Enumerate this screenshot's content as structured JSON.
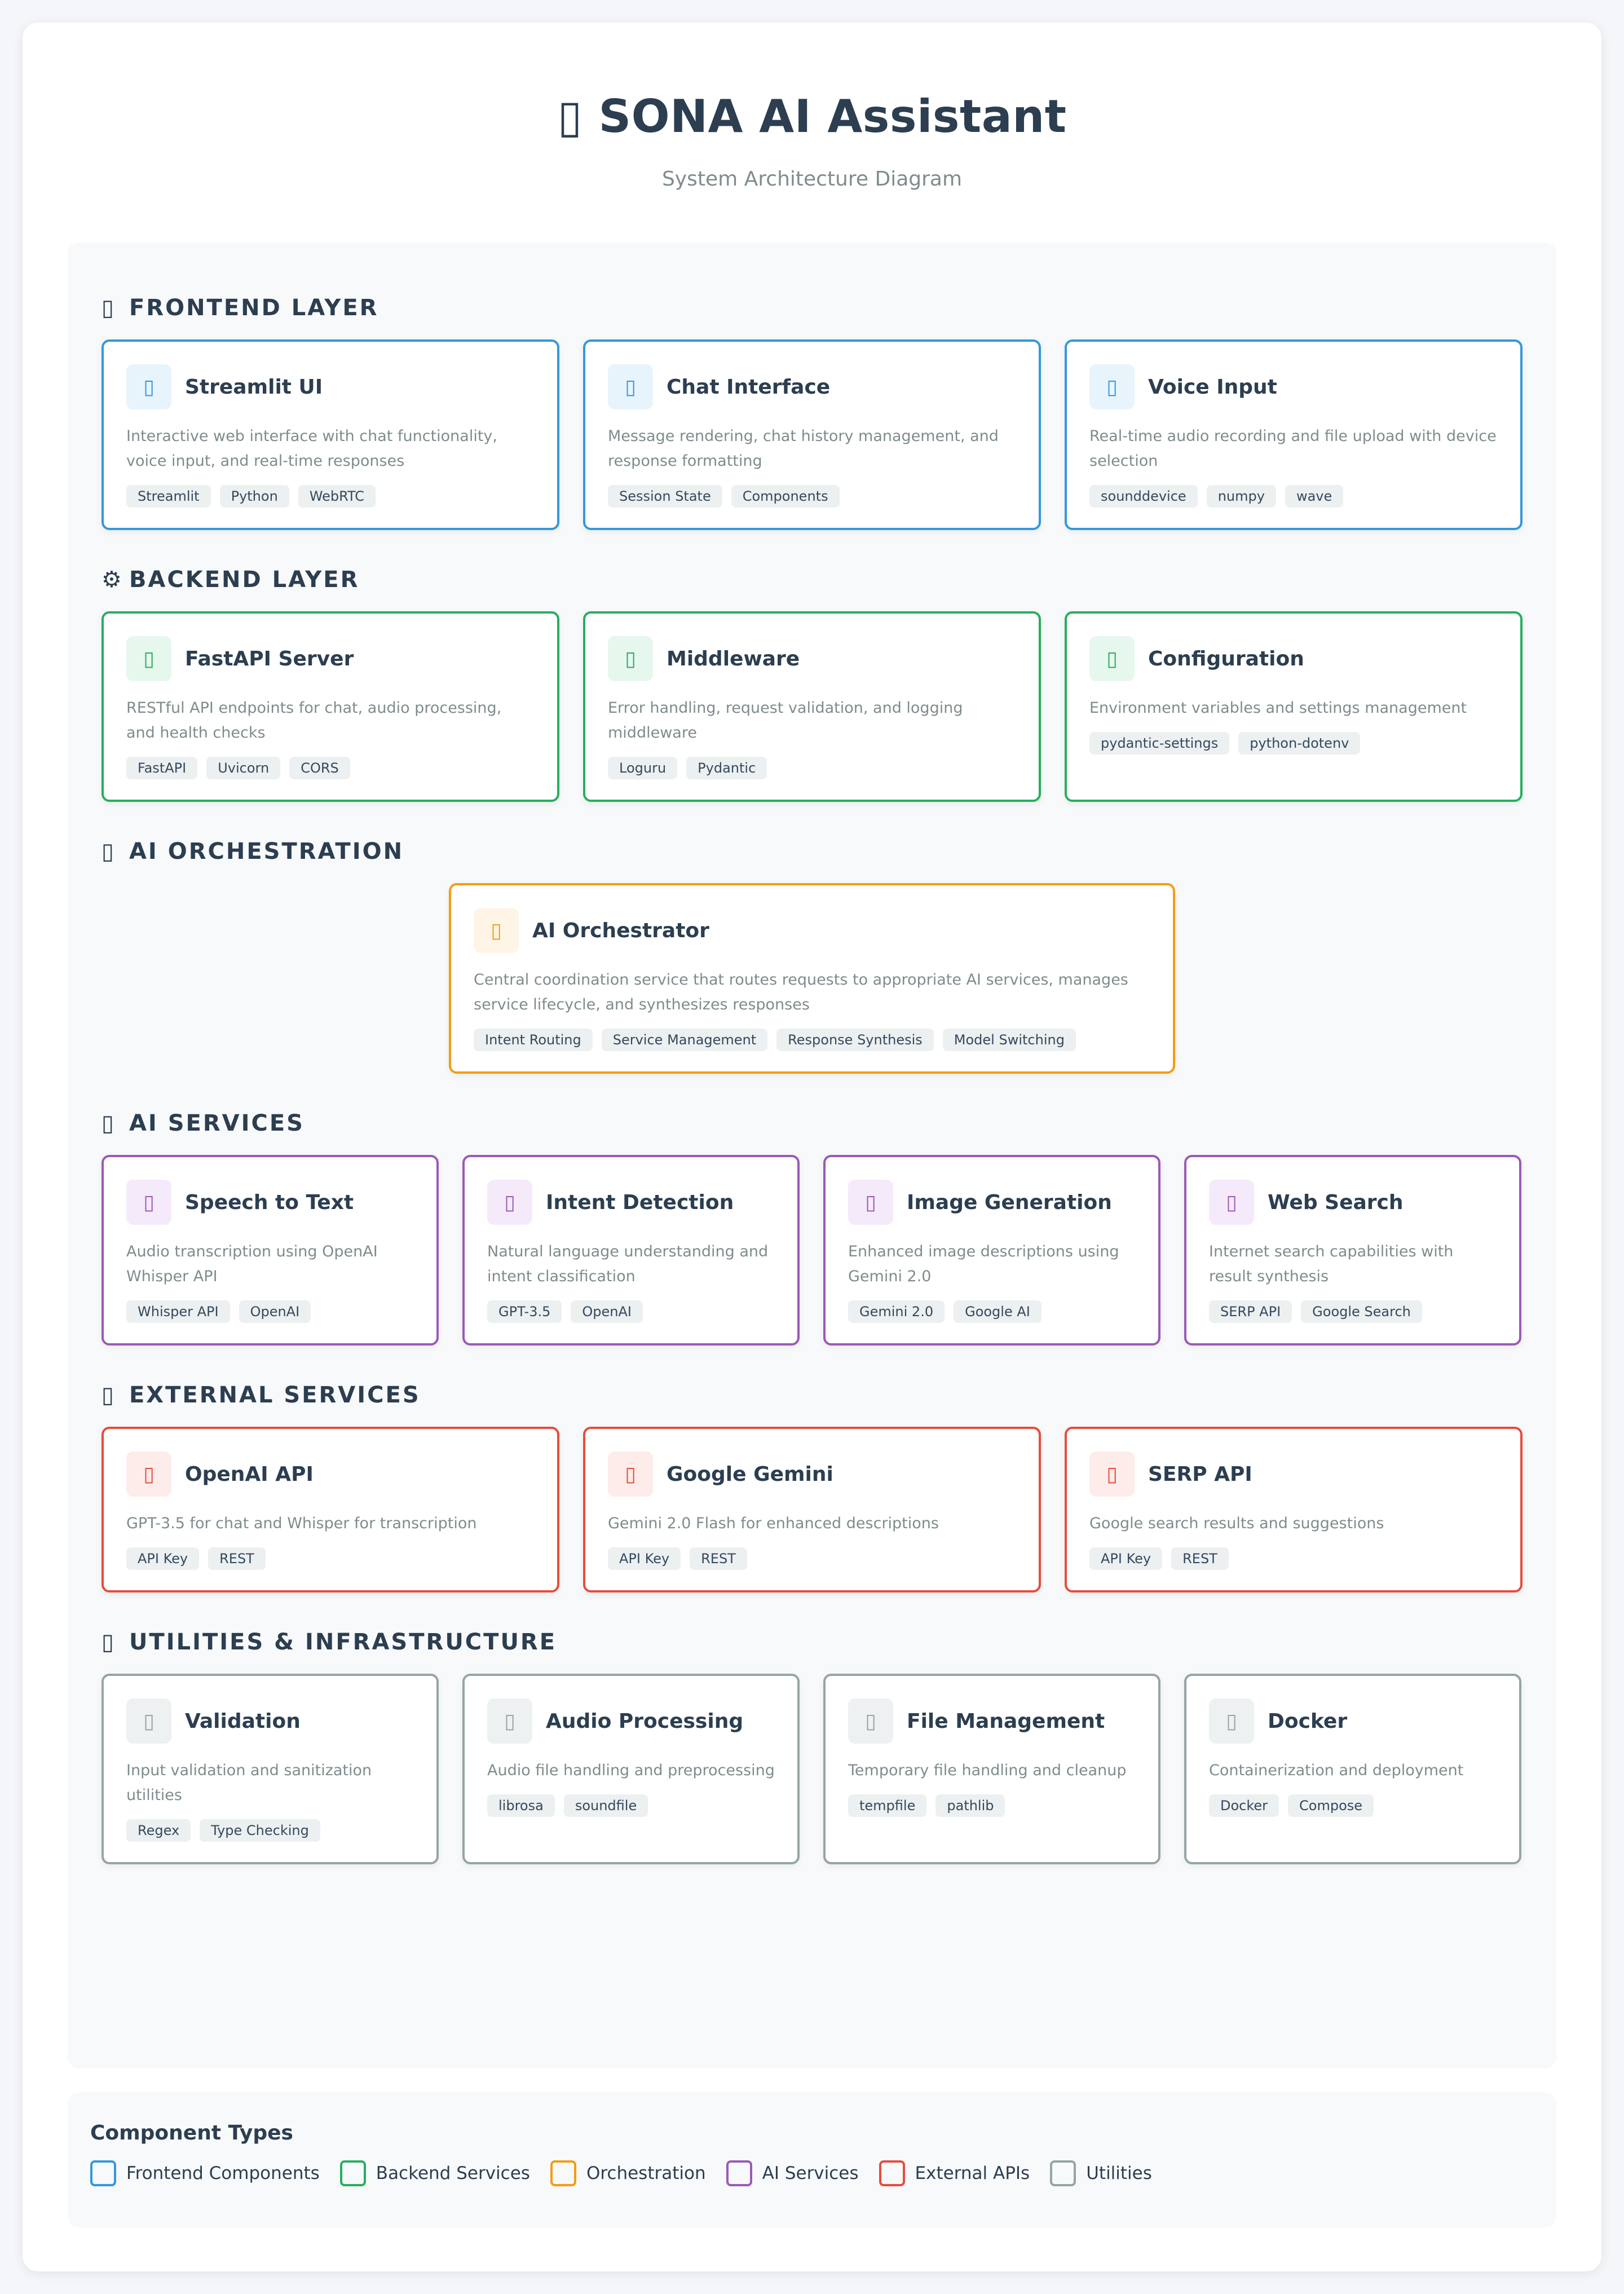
{
  "header": {
    "icon": "robot-icon",
    "icon_glyph": "▯",
    "title": "SONA AI Assistant",
    "subtitle": "System Architecture Diagram"
  },
  "sections": [
    {
      "key": "frontend",
      "icon": "frontend-icon",
      "icon_glyph": "▯",
      "title": "FRONTEND LAYER",
      "color": "#3498db",
      "cards": [
        {
          "icon": "streamlit-icon",
          "title": "Streamlit UI",
          "desc": "Interactive web interface with chat functionality, voice input, and real-time responses",
          "tags": [
            "Streamlit",
            "Python",
            "WebRTC"
          ]
        },
        {
          "icon": "chat-icon",
          "title": "Chat Interface",
          "desc": "Message rendering, chat history management, and response formatting",
          "tags": [
            "Session State",
            "Components"
          ]
        },
        {
          "icon": "microphone-icon",
          "title": "Voice Input",
          "desc": "Real-time audio recording and file upload with device selection",
          "tags": [
            "sounddevice",
            "numpy",
            "wave"
          ]
        }
      ]
    },
    {
      "key": "backend",
      "icon": "gear-icon",
      "icon_glyph": "⚙",
      "title": "BACKEND LAYER",
      "color": "#27ae60",
      "cards": [
        {
          "icon": "server-icon",
          "title": "FastAPI Server",
          "desc": "RESTful API endpoints for chat, audio processing, and health checks",
          "tags": [
            "FastAPI",
            "Uvicorn",
            "CORS"
          ]
        },
        {
          "icon": "shield-icon",
          "title": "Middleware",
          "desc": "Error handling, request validation, and logging middleware",
          "tags": [
            "Loguru",
            "Pydantic"
          ]
        },
        {
          "icon": "config-icon",
          "title": "Configuration",
          "desc": "Environment variables and settings management",
          "tags": [
            "pydantic-settings",
            "python-dotenv"
          ]
        }
      ]
    },
    {
      "key": "orchestration",
      "icon": "brain-icon",
      "icon_glyph": "▯",
      "title": "AI ORCHESTRATION",
      "color": "#f39c12",
      "cards": [
        {
          "icon": "orchestrator-icon",
          "title": "AI Orchestrator",
          "desc": "Central coordination service that routes requests to appropriate AI services, manages service lifecycle, and synthesizes responses",
          "tags": [
            "Intent Routing",
            "Service Management",
            "Response Synthesis",
            "Model Switching"
          ]
        }
      ]
    },
    {
      "key": "ai",
      "icon": "ai-icon",
      "icon_glyph": "▯",
      "title": "AI SERVICES",
      "color": "#9b59b6",
      "cards": [
        {
          "icon": "speech-icon",
          "title": "Speech to Text",
          "desc": "Audio transcription using OpenAI Whisper API",
          "tags": [
            "Whisper API",
            "OpenAI"
          ]
        },
        {
          "icon": "target-icon",
          "title": "Intent Detection",
          "desc": "Natural language understanding and intent classification",
          "tags": [
            "GPT-3.5",
            "OpenAI"
          ]
        },
        {
          "icon": "image-icon",
          "title": "Image Generation",
          "desc": "Enhanced image descriptions using Gemini 2.0",
          "tags": [
            "Gemini 2.0",
            "Google AI"
          ]
        },
        {
          "icon": "search-icon",
          "title": "Web Search",
          "desc": "Internet search capabilities with result synthesis",
          "tags": [
            "SERP API",
            "Google Search"
          ]
        }
      ]
    },
    {
      "key": "external",
      "icon": "globe-icon",
      "icon_glyph": "▯",
      "title": "EXTERNAL SERVICES",
      "color": "#e74c3c",
      "cards": [
        {
          "icon": "openai-icon",
          "title": "OpenAI API",
          "desc": "GPT-3.5 for chat and Whisper for transcription",
          "tags": [
            "API Key",
            "REST"
          ]
        },
        {
          "icon": "gemini-icon",
          "title": "Google Gemini",
          "desc": "Gemini 2.0 Flash for enhanced descriptions",
          "tags": [
            "API Key",
            "REST"
          ]
        },
        {
          "icon": "serp-icon",
          "title": "SERP API",
          "desc": "Google search results and suggestions",
          "tags": [
            "API Key",
            "REST"
          ]
        }
      ]
    },
    {
      "key": "utility",
      "icon": "toolbox-icon",
      "icon_glyph": "▯",
      "title": "UTILITIES & INFRASTRUCTURE",
      "color": "#95a5a6",
      "cards": [
        {
          "icon": "check-icon",
          "title": "Validation",
          "desc": "Input validation and sanitization utilities",
          "tags": [
            "Regex",
            "Type Checking"
          ]
        },
        {
          "icon": "audio-icon",
          "title": "Audio Processing",
          "desc": "Audio file handling and preprocessing",
          "tags": [
            "librosa",
            "soundfile"
          ]
        },
        {
          "icon": "folder-icon",
          "title": "File Management",
          "desc": "Temporary file handling and cleanup",
          "tags": [
            "tempfile",
            "pathlib"
          ]
        },
        {
          "icon": "docker-icon",
          "title": "Docker",
          "desc": "Containerization and deployment",
          "tags": [
            "Docker",
            "Compose"
          ]
        }
      ]
    }
  ],
  "card_icon_glyph": "▯",
  "legend": {
    "title": "Component Types",
    "items": [
      {
        "label": "Frontend Components",
        "color": "#3498db"
      },
      {
        "label": "Backend Services",
        "color": "#27ae60"
      },
      {
        "label": "Orchestration",
        "color": "#f39c12"
      },
      {
        "label": "AI Services",
        "color": "#9b59b6"
      },
      {
        "label": "External APIs",
        "color": "#e74c3c"
      },
      {
        "label": "Utilities",
        "color": "#95a5a6"
      }
    ]
  }
}
